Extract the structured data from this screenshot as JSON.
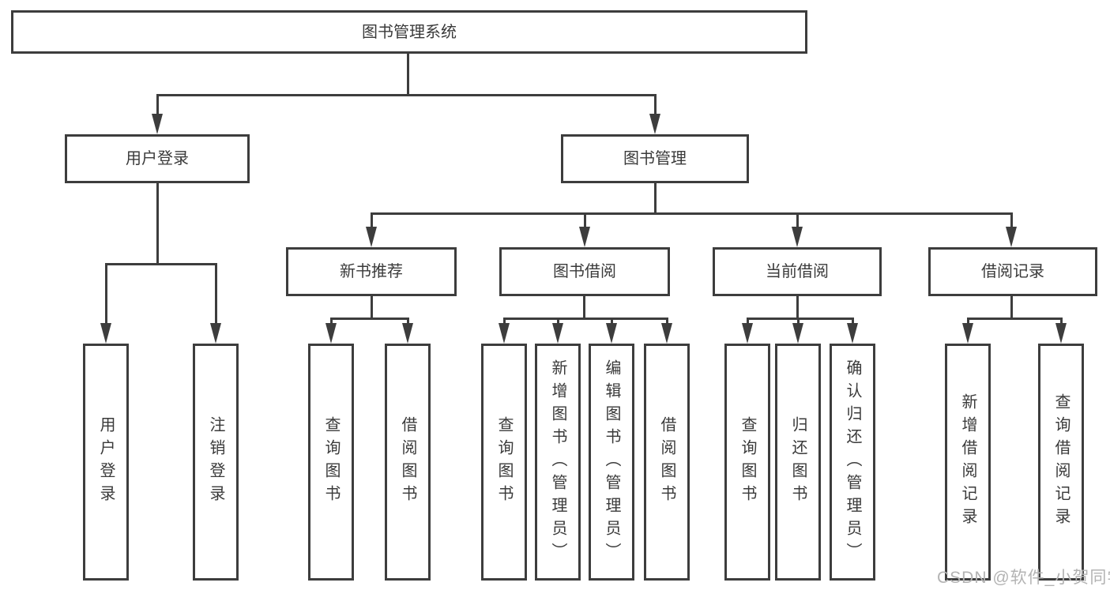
{
  "diagram_type": "hierarchy-tree",
  "tree": {
    "root": "图书管理系统",
    "children": [
      {
        "label": "用户登录",
        "children": [
          "用户登录",
          "注销登录"
        ]
      },
      {
        "label": "图书管理",
        "children": [
          {
            "label": "新书推荐",
            "children": [
              "查询图书",
              "借阅图书"
            ]
          },
          {
            "label": "图书借阅",
            "children": [
              "查询图书",
              "新增图书（管理员）",
              "编辑图书（管理员）",
              "借阅图书"
            ]
          },
          {
            "label": "当前借阅",
            "children": [
              "查询图书",
              "归还图书",
              "确认归还（管理员）"
            ]
          },
          {
            "label": "借阅记录",
            "children": [
              "新增借阅记录",
              "查询借阅记录"
            ]
          }
        ]
      }
    ]
  },
  "watermark": {
    "text": "CSDN @软件_小贺同学"
  },
  "colors": {
    "background": "#ffffff",
    "box_bg": "#ffffff",
    "line": "#3d3d3d",
    "text": "#3a3a3a",
    "watermark": "#b3b3b3"
  }
}
